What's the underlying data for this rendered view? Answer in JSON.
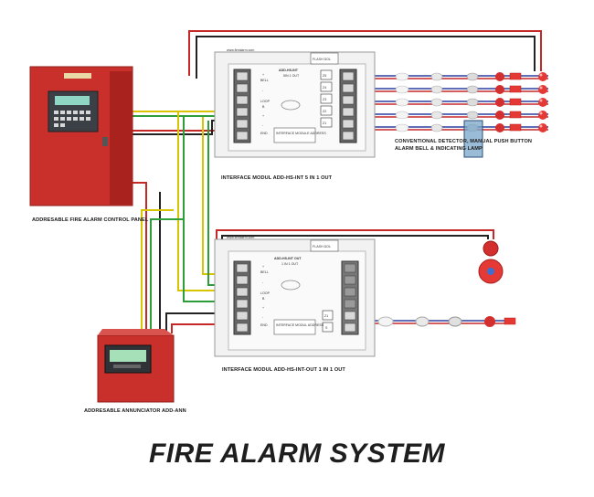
{
  "title": "FIRE ALARM SYSTEM",
  "labels": {
    "control_panel": "ADDRESABLE FIRE ALARM CONTROL PANEL",
    "annunciator": "ADDRESABLE ANNUNCIATOR ADD-ANN",
    "module_top": "INTERFACE MODUL ADD-HS-INT 5 IN  1 OUT",
    "module_bottom": "INTERFACE MODUL ADD-HS-INT-OUT 1 IN 1 OUT",
    "devices_line1": "CONVENTIONAL DETECTOR, MANUAL PUSH BUTTON",
    "devices_line2": "ALARM BELL & INDICATING LAMP"
  },
  "module_top": {
    "model": "ADD-HS-INT",
    "sub": "5IN 1 OUT",
    "header": "FLASH DOL",
    "left_terminals": [
      "+",
      "BELL",
      "-",
      "LOOP",
      "B",
      "+",
      "-",
      "END"
    ],
    "right_terminals": [
      "Z5",
      "Z4",
      "Z3",
      "Z2",
      "Z1"
    ],
    "inner_text": "INTERFACE MODULE ADDRESS"
  },
  "module_bottom": {
    "model": "ADD-HS-INT OUT",
    "sub": "1 IN 1 OUT",
    "header": "FLASH DOL",
    "left_terminals": [
      "+",
      "BELL",
      "-",
      "LOOP",
      "B",
      "+",
      "-",
      "END"
    ],
    "right_terminals": [
      "Z1",
      "S"
    ],
    "inner_text": "INTERFACE MODUL ADDRESS"
  },
  "colors": {
    "panel_red": "#c9302c",
    "wire_red": "#c62828",
    "wire_black": "#222222",
    "wire_yellow": "#d8c400",
    "wire_green": "#2e9e3c",
    "wire_blue": "#2a3f9e",
    "lcd_green": "#4fc3a1"
  }
}
